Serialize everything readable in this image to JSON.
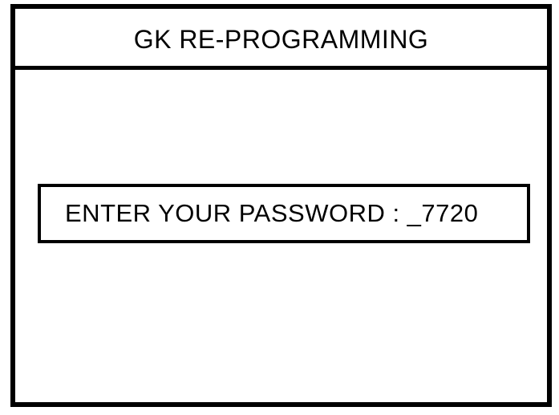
{
  "screen": {
    "title": "GK RE-PROGRAMMING",
    "password_field": {
      "label": "ENTER YOUR PASSWORD",
      "separator": ":",
      "cursor": "_",
      "value": "7720",
      "display_text": "ENTER YOUR PASSWORD : _7720"
    }
  },
  "colors": {
    "background": "#ffffff",
    "foreground": "#000000"
  }
}
